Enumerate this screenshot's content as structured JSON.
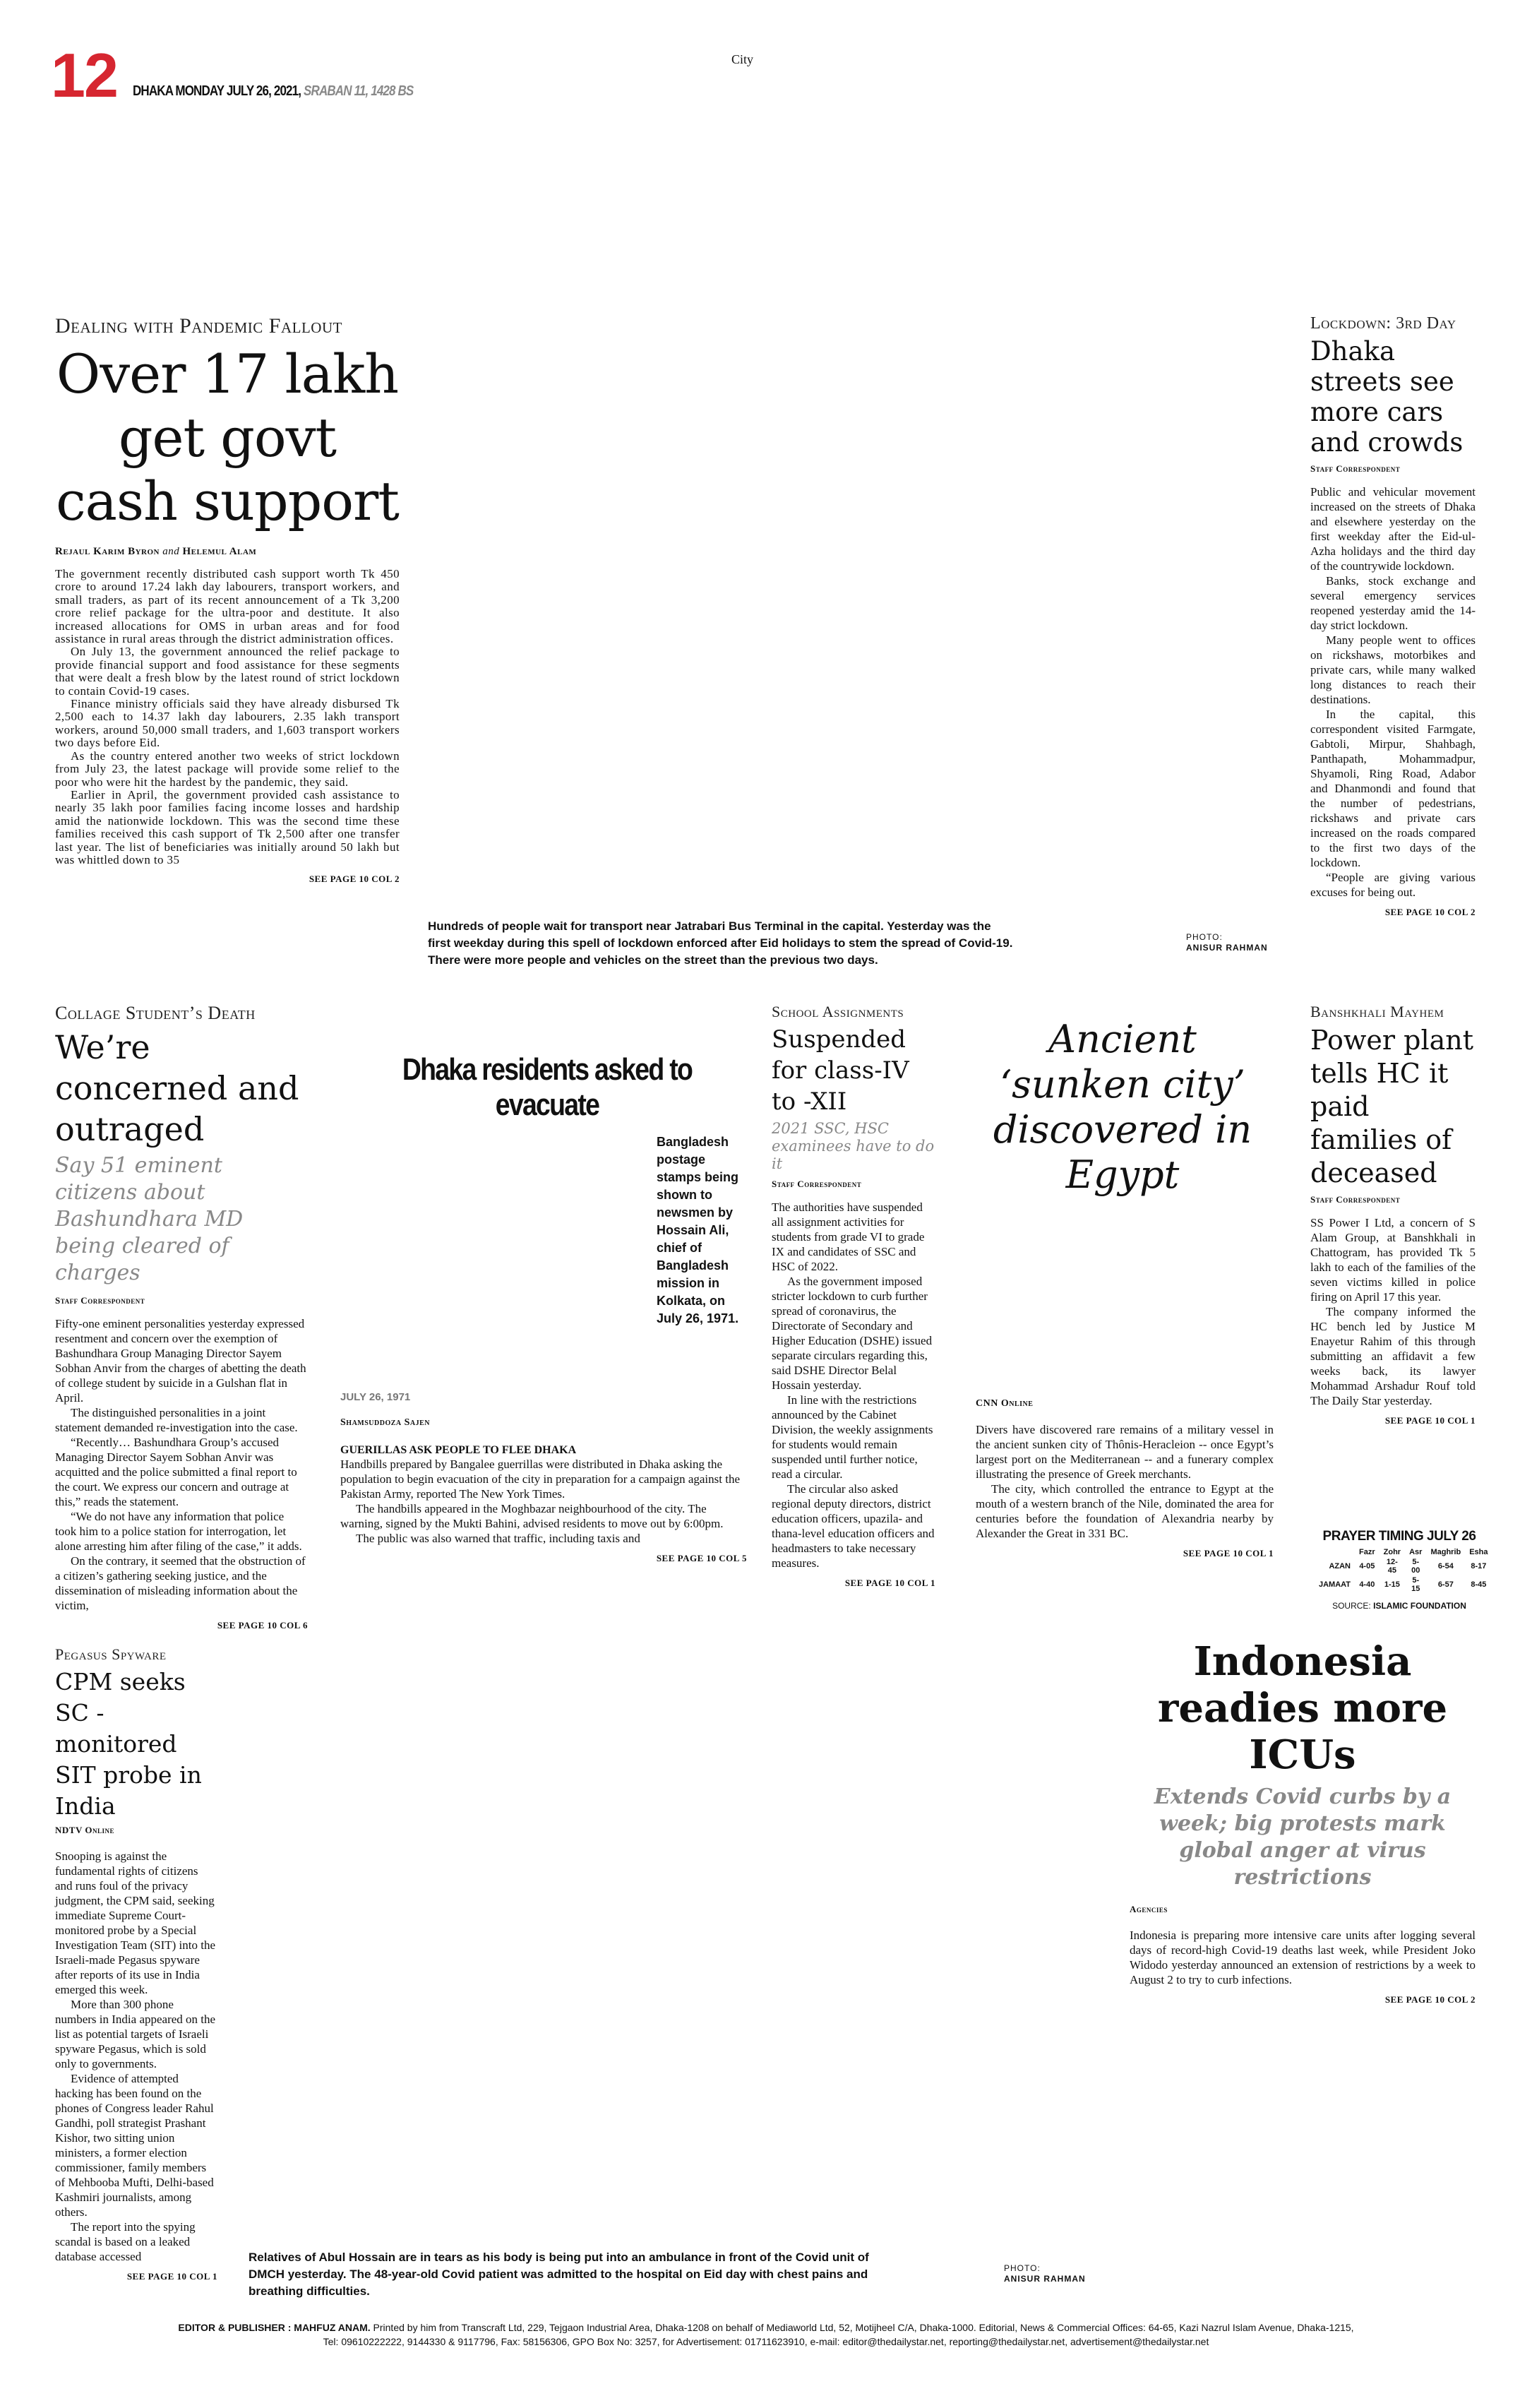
{
  "header": {
    "page_number": "12",
    "date": "DHAKA MONDAY JULY 26, 2021,",
    "bangla_date": "SRABAN 11, 1428 BS",
    "section": "City",
    "accent": "#d62630"
  },
  "lead": {
    "kicker": "Dealing with Pandemic Fallout",
    "headline": "Over 17 lakh get govt cash support",
    "byline_a": "Rejaul Karim Byron",
    "byline_and": "and",
    "byline_b": "Helemul Alam",
    "paragraphs": [
      "The government recently distributed cash support worth Tk 450 crore to around 17.24 lakh day labourers, transport workers, and small traders, as part of its recent announcement of a Tk 3,200 crore relief package for the ultra-poor and destitute. It also increased allocations for OMS in urban areas and for food assistance in rural areas through the district administration offices.",
      "On July 13, the government announced the relief package to provide financial support and food assistance for these segments that were dealt a fresh blow by the latest round of strict lockdown to contain Covid-19 cases.",
      "Finance ministry officials said they have already disbursed Tk 2,500 each to 14.37 lakh day labourers, 2.35 lakh transport workers, around 50,000 small traders, and 1,603 transport workers two days before Eid.",
      "As the country entered another two weeks of strict lockdown from July 23, the latest package will provide some relief to the poor who were hit the hardest by the pandemic, they said.",
      "Earlier in April, the government provided cash assistance to nearly 35 lakh poor families facing income losses and hardship amid the nationwide lockdown. This was the second time these families received this cash support of Tk 2,500 after one transfer last year. The list of beneficiaries was initially around 50 lakh but was whittled down to 35"
    ],
    "see": "SEE PAGE 10 COL 2"
  },
  "photo1": {
    "caption": "Hundreds of people wait for transport near Jatrabari Bus Terminal in the capital. Yesterday was the first weekday during this spell of lockdown enforced after Eid holidays to stem the spread of Covid-19. There were more people and vehicles on the street than the previous two days.",
    "credit_label": "PHOTO:",
    "credit_name": "ANISUR RAHMAN"
  },
  "lockdown": {
    "kicker": "Lockdown: 3rd Day",
    "headline": "Dhaka streets see more cars and crowds",
    "byline": "Staff Correspondent",
    "paragraphs": [
      "Public and vehicular movement increased on the streets of Dhaka and elsewhere yesterday on the first weekday after the Eid-ul-Azha holidays and the third day of the countrywide lockdown.",
      "Banks, stock exchange and several emergency services reopened yesterday amid the 14-day strict lockdown.",
      "Many people went to offices on rickshaws, motorbikes and private cars, while many walked long distances to reach their destinations.",
      "In the capital, this correspondent visited Farmgate, Gabtoli, Mirpur, Shahbagh, Panthapath, Mohammadpur, Shyamoli, Ring Road, Adabor and Dhanmondi and found that the number of pedestrians, rickshaws and private cars increased on the roads compared to the first two days of the lockdown.",
      "“People are giving various excuses for being out."
    ],
    "see": "SEE PAGE 10 COL 2"
  },
  "collage": {
    "kicker": "Collage Student’s Death",
    "headline": "We’re concerned and outraged",
    "subhead": "Say 51 eminent citizens about Bashundhara MD being cleared of charges",
    "byline": "Staff Correspondent",
    "paragraphs": [
      "Fifty-one eminent personalities yesterday expressed resentment and concern over the exemption of Bashundhara Group Managing Director Sayem Sobhan Anvir from the charges of abetting the death of college student by suicide in a Gulshan flat in April.",
      "The distinguished personalities in a joint statement demanded re-investigation into the case.",
      "“Recently… Bashundhara Group’s accused Managing Director Sayem Sobhan Anvir was acquitted and the police submitted a final report to the court. We express our concern and outrage at this,” reads the statement.",
      "“We do not have any information that police took him to a police station for interrogation, let alone arresting him after filing of the case,” it adds.",
      "On the contrary, it seemed that the obstruction of a citizen’s gathering seeking justice, and the dissemination of misleading information about the victim,"
    ],
    "see": "SEE PAGE 10 COL 6"
  },
  "evacuate": {
    "headline": "Dhaka residents asked to evacuate",
    "stamp_caption": "Bangladesh postage stamps being shown to newsmen by Hossain Ali, chief of Bangladesh mission in Kolkata, on July 26, 1971.",
    "dateline": "JULY 26, 1971",
    "byline": "Shamsuddoza Sajen",
    "subtitle": "GUERILLAS ASK PEOPLE TO FLEE DHAKA",
    "paragraphs": [
      "Handbills prepared by Bangalee guerrillas were distributed in Dhaka asking the population to begin evacuation of the city in preparation for a campaign against the Pakistan Army, reported The New York Times.",
      "The handbills appeared in the Moghbazar neighbourhood of the city. The warning, signed by the Mukti Bahini, advised residents to move out by 6:00pm.",
      "The public was also warned that traffic, including taxis and"
    ],
    "see": "SEE PAGE 10 COL 5"
  },
  "school": {
    "kicker": "School Assignments",
    "headline": "Suspended for class-IV to -XII",
    "subhead": "2021 SSC, HSC examinees have to do it",
    "byline": "Staff Correspondent",
    "paragraphs": [
      "The authorities have suspended all assignment activities for students from grade VI to grade IX and candidates of SSC and HSC of 2022.",
      "As the government imposed stricter lockdown to curb further spread of coronavirus, the Directorate of Secondary and Higher Education (DSHE) issued separate circulars regarding this, said DSHE Director Belal Hossain yesterday.",
      "In line with the restrictions announced by the Cabinet Division, the weekly assignments for students would remain suspended until further notice, read a circular.",
      "The circular also asked regional deputy directors, district education officers, upazila- and thana-level education officers and headmasters to take necessary measures."
    ],
    "see": "SEE PAGE 10 COL 1"
  },
  "egypt": {
    "headline": "Ancient ‘sunken city’ discovered in Egypt",
    "byline": "CNN Online",
    "paragraphs": [
      "Divers have discovered rare remains of a military vessel in the ancient sunken city of Thônis-Heracleion -- once Egypt’s largest port on the Mediterranean -- and a funerary complex illustrating the presence of Greek merchants.",
      "The city, which controlled the entrance to Egypt at the mouth of a western branch of the Nile, dominated the area for centuries before the foundation of Alexandria nearby by Alexander the Great in 331 BC."
    ],
    "see": "SEE PAGE 10 COL 1"
  },
  "banshkhali": {
    "kicker": "Banshkhali Mayhem",
    "headline": "Power plant tells HC it paid families of deceased",
    "byline": "Staff Correspondent",
    "paragraphs": [
      "SS Power I Ltd, a concern of S Alam Group, at Banshkhali in Chattogram, has provided Tk 5 lakh to each of the families of the seven victims killed in police firing on April 17 this year.",
      "The company informed the HC bench led by Justice M Enayetur Rahim of this through submitting an affidavit a few weeks back, its lawyer Mohammad Arshadur Rouf told The Daily Star yesterday."
    ],
    "see": "SEE PAGE 10 COL 1"
  },
  "prayer": {
    "title": "PRAYER TIMING JULY 26",
    "columns": [
      "",
      "Fazr",
      "Zohr",
      "Asr",
      "Maghrib",
      "Esha"
    ],
    "rows": [
      [
        "AZAN",
        "4-05",
        "12-45",
        "5-00",
        "6-54",
        "8-17"
      ],
      [
        "JAMAAT",
        "4-40",
        "1-15",
        "5-15",
        "6-57",
        "8-45"
      ]
    ],
    "source_label": "SOURCE:",
    "source": "ISLAMIC FOUNDATION"
  },
  "pegasus": {
    "kicker": "Pegasus Spyware",
    "headline": "CPM seeks SC -monitored SIT probe in India",
    "byline": "NDTV Online",
    "paragraphs": [
      "Snooping is against the fundamental rights of citizens and runs foul of the privacy judgment, the CPM said, seeking immediate Supreme Court-monitored probe by a Special Investigation Team (SIT) into the Israeli-made Pegasus spyware after reports of its use in India emerged this week.",
      "More than 300 phone numbers in India appeared on the list as potential targets of Israeli spyware Pegasus, which is sold only to governments.",
      "Evidence of attempted hacking has been found on the phones of Congress leader Rahul Gandhi, poll strategist Prashant Kishor, two sitting union ministers, a former election commissioner, family members of Mehbooba Mufti, Delhi-based Kashmiri journalists, among others.",
      "The report into the spying scandal is based on a leaked database accessed"
    ],
    "see": "SEE PAGE 10 COL 1"
  },
  "indonesia": {
    "headline": "Indonesia readies more ICUs",
    "subhead": "Extends Covid curbs by a week; big protests mark global anger at virus restrictions",
    "byline": "Agencies",
    "paragraphs": [
      "Indonesia is preparing more intensive care units after logging several days of record-high Covid-19 deaths last week, while President Joko Widodo yesterday announced an extension of restrictions by a week to August 2 to try to curb infections."
    ],
    "see": "SEE PAGE 10 COL 2"
  },
  "photo2": {
    "caption": "Relatives of Abul Hossain are in tears as his body is being put into an ambulance in front of the Covid unit of DMCH yesterday. The 48-year-old Covid patient was admitted to the hospital on Eid day with chest pains and breathing difficulties.",
    "credit_label": "PHOTO:",
    "credit_name": "ANISUR RAHMAN"
  },
  "footer": {
    "editor": "EDITOR & PUBLISHER : MAHFUZ ANAM.",
    "line1": "Printed by him from Transcraft Ltd, 229, Tejgaon Industrial Area, Dhaka-1208 on behalf of Mediaworld Ltd, 52, Motijheel C/A, Dhaka-1000. Editorial, News & Commercial Offices: 64-65, Kazi Nazrul Islam Avenue, Dhaka-1215,",
    "line2": "Tel: 09610222222, 9144330 & 9117796, Fax: 58156306, GPO Box No: 3257, for Advertisement: 01711623910, e-mail: editor@thedailystar.net, reporting@thedailystar.net, advertisement@thedailystar.net"
  }
}
